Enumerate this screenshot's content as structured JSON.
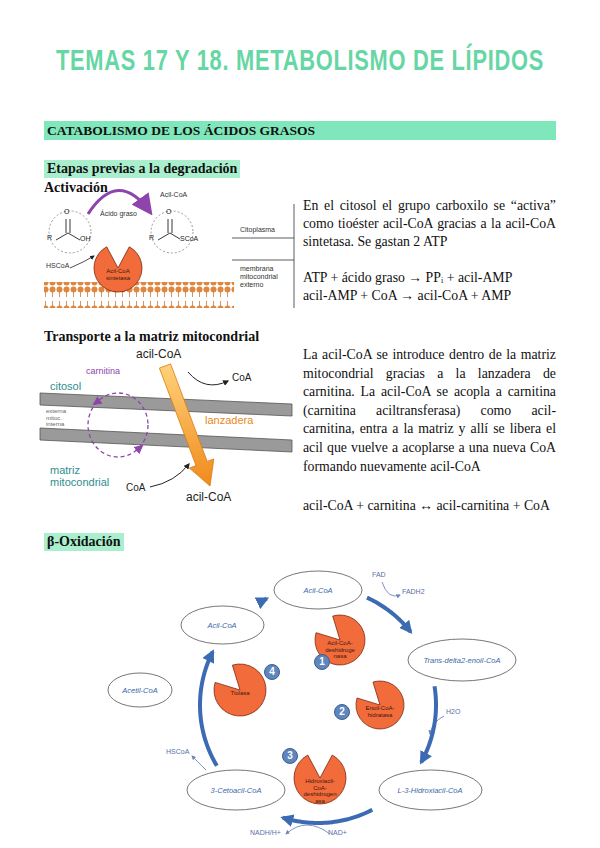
{
  "diagram": {
    "title": "TEMAS 17 Y 18. METABOLISMO DE LÍPIDOS",
    "nodes": [
      {
        "text": [
          "CATABOLISMO DE LOS ÁCIDOS GRASOS"
        ]
      },
      {
        "text": [
          "Etapas previas a la degradación"
        ]
      },
      {
        "text": [
          "Acil-CoA sintetasa"
        ]
      },
      {
        "text": [
          "β-Oxidación"
        ]
      },
      {
        "text": [
          "Acil-CoA"
        ]
      },
      {
        "text": [
          "Acil-CoA-deshidrogenasa"
        ]
      },
      {
        "text": [
          "Trans-delta2-enoil-CoA"
        ]
      },
      {
        "text": [
          "Enoil-CoA-hidratasa"
        ]
      },
      {
        "text": [
          "L-3-Hidroxiacil-CoA"
        ]
      },
      {
        "text": [
          "Hidroxiacil-CoA-deshidrogenasa"
        ]
      },
      {
        "text": [
          "3-Cetoacil-CoA"
        ]
      },
      {
        "text": [
          "Acil-CoA"
        ]
      },
      {
        "text": [
          "Acetil-CoA"
        ]
      },
      {
        "text": [
          "Tiolasa"
        ]
      }
    ],
    "edges": [
      {
        "from": 4,
        "to": 6,
        "arrow": "to"
      },
      {
        "from": 6,
        "to": 8,
        "arrow": "to"
      },
      {
        "from": 8,
        "to": 10,
        "arrow": "to"
      },
      {
        "from": 10,
        "to": 11,
        "arrow": "to"
      },
      {
        "from": 11,
        "to": 4,
        "arrow": "to"
      }
    ],
    "labels": [
      "Activación",
      "Ácido graso",
      "Acil-CoA",
      "R",
      "O",
      "OH",
      "R",
      "O",
      "SCoA",
      "HSCoA",
      "Citoplasma",
      "membrana mitocondrial externo",
      "En el citosol el grupo carboxilo se “activa” como tioéster acil-CoA gracias a la acil-CoA sintetasa. Se gastan 2 ATP",
      "ATP + ácido graso → PPᵢ + acil-AMP",
      "acil-AMP + CoA → acil-CoA + AMP",
      "Transporte a la matriz mitocondrial",
      "acil-CoA",
      "CoA",
      "citosol",
      "carnitina",
      "externa mitoc. interna",
      "lanzadera",
      "matriz mitocondrial",
      "CoA",
      "acil-CoA",
      "La acil-CoA se introduce dentro de la matriz mitocondrial gracias a la lanzadera de carnitina. La acil-CoA se acopla a carnitina (carnitina aciltransferasa) como acil-carnitina, entra a la matriz y allí se libera el acil que vuelve a acoplarse a una nueva CoA formando nuevamente acil-CoA",
      "acil-CoA + carnitina ↔ acil-carnitina + CoA",
      "FAD",
      "FADH2",
      "H2O",
      "NAD+",
      "NADH/H+",
      "HSCoA",
      "1",
      "2",
      "3",
      "4"
    ]
  }
}
